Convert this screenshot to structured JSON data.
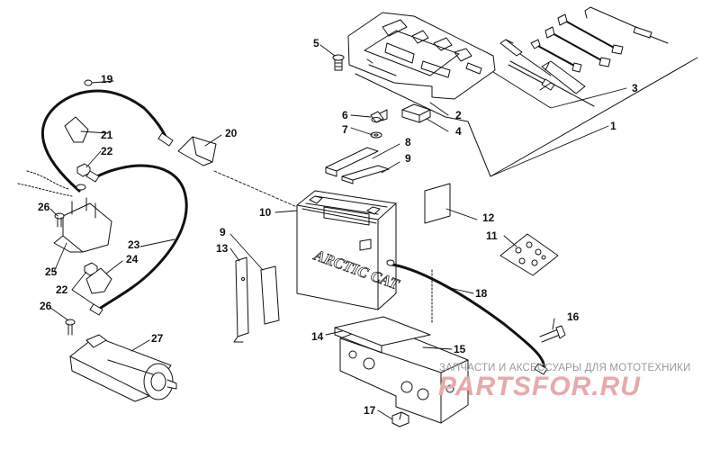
{
  "diagram": {
    "callouts": [
      "1",
      "2",
      "3",
      "4",
      "5",
      "6",
      "7",
      "8",
      "9",
      "9",
      "10",
      "11",
      "12",
      "13",
      "14",
      "15",
      "16",
      "17",
      "18",
      "19",
      "20",
      "21",
      "22",
      "22",
      "23",
      "24",
      "25",
      "26",
      "26",
      "27"
    ],
    "battery_brand": "ARCTIC CAT"
  },
  "watermark": {
    "tagline": "ЗАПЧАСТИ И АКСЕССУАРЫ ДЛЯ МОТОТЕХНИКИ",
    "site": "PARTSFOR.RU"
  }
}
